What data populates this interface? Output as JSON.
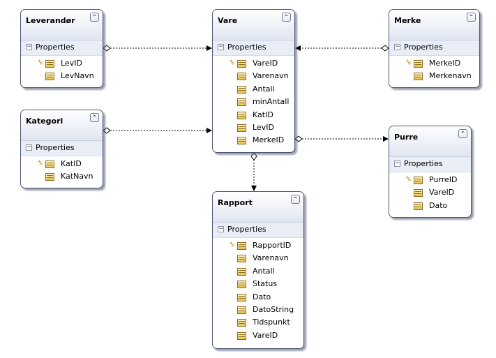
{
  "diagram": {
    "section_label": "Properties",
    "entities": [
      {
        "id": "leverandor",
        "title": "Leverandør",
        "properties": [
          {
            "name": "LevID",
            "key": true
          },
          {
            "name": "LevNavn",
            "key": false
          }
        ]
      },
      {
        "id": "vare",
        "title": "Vare",
        "properties": [
          {
            "name": "VareID",
            "key": true
          },
          {
            "name": "Varenavn",
            "key": false
          },
          {
            "name": "Antall",
            "key": false
          },
          {
            "name": "minAntall",
            "key": false
          },
          {
            "name": "KatID",
            "key": false
          },
          {
            "name": "LevID",
            "key": false
          },
          {
            "name": "MerkeID",
            "key": false
          }
        ]
      },
      {
        "id": "merke",
        "title": "Merke",
        "properties": [
          {
            "name": "MerkeID",
            "key": true
          },
          {
            "name": "Merkenavn",
            "key": false
          }
        ]
      },
      {
        "id": "kategori",
        "title": "Kategori",
        "properties": [
          {
            "name": "KatID",
            "key": true
          },
          {
            "name": "KatNavn",
            "key": false
          }
        ]
      },
      {
        "id": "purre",
        "title": "Purre",
        "properties": [
          {
            "name": "PurreID",
            "key": true
          },
          {
            "name": "VareID",
            "key": false
          },
          {
            "name": "Dato",
            "key": false
          }
        ]
      },
      {
        "id": "rapport",
        "title": "Rapport",
        "properties": [
          {
            "name": "RapportID",
            "key": true
          },
          {
            "name": "Varenavn",
            "key": false
          },
          {
            "name": "Antall",
            "key": false
          },
          {
            "name": "Status",
            "key": false
          },
          {
            "name": "Dato",
            "key": false
          },
          {
            "name": "DatoString",
            "key": false
          },
          {
            "name": "Tidspunkt",
            "key": false
          },
          {
            "name": "VareID",
            "key": false
          }
        ]
      }
    ],
    "associations": [
      {
        "from": "leverandor",
        "to": "vare"
      },
      {
        "from": "merke",
        "to": "vare"
      },
      {
        "from": "kategori",
        "to": "vare"
      },
      {
        "from": "vare",
        "to": "purre"
      },
      {
        "from": "vare",
        "to": "rapport"
      }
    ],
    "colors": {
      "border": "#4d5770",
      "connector": "#000000",
      "key_icon": "#c49a12",
      "property_icon": "#e7c04e"
    },
    "icons": {
      "collapse": "double-chevron-up-icon",
      "section_toggle": "minus-icon",
      "key": "primary-key-icon",
      "property": "property-icon"
    }
  }
}
